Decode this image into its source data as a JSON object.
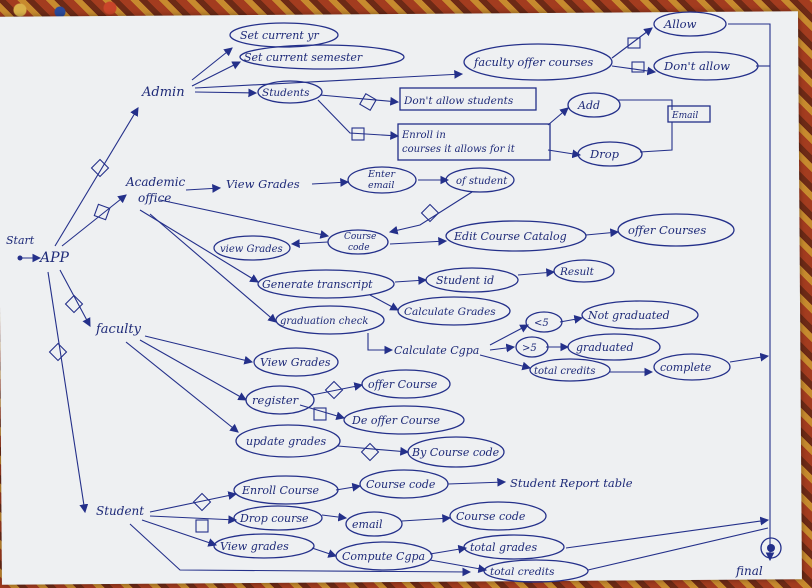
{
  "labels": {
    "start": "Start",
    "app": "APP",
    "admin": "Admin",
    "academic_office_1": "Academic",
    "academic_office_2": "office",
    "faculty": "faculty",
    "student": "Student",
    "final": "final",
    "set_current_yr": "Set current yr",
    "set_current_semester": "Set current semester",
    "students": "Students",
    "faculty_offer_courses": "faculty offer courses",
    "allow": "Allow",
    "dont_allow": "Don't allow",
    "dont_allow_students": "Don't allow students",
    "enroll_in_1": "Enroll in",
    "enroll_in_2": "courses it allows for it",
    "add": "Add",
    "drop": "Drop",
    "email_box": "Email",
    "view_grades_ao": "View Grades",
    "enter_email_1": "Enter",
    "enter_email_2": "email",
    "of_student": "of student",
    "view_grades_oval": "view Grades",
    "course_code_1": "Course",
    "course_code_2": "code",
    "edit_course_catalog": "Edit Course Catalog",
    "offer_courses": "offer Courses",
    "generate_transcript": "Generate transcript",
    "student_id": "Student id",
    "result": "Result",
    "calculate_grades": "Calculate Grades",
    "graduation_check": "graduation check",
    "calculate_cgpa": "Calculate Cgpa",
    "lt5": "<5",
    "gt5": ">5",
    "not_graduated": "Not graduated",
    "graduated": "graduated",
    "total_credits": "total credits",
    "complete": "complete",
    "view_grades_fac": "View Grades",
    "register": "register",
    "offer_course": "offer Course",
    "de_offer_course": "De offer Course",
    "update_grades": "update grades",
    "by_course_code": "By Course code",
    "enroll_course": "Enroll Course",
    "course_code_st": "Course code",
    "student_report_table": "Student Report table",
    "drop_course": "Drop course",
    "email_st": "email",
    "course_code_st2": "Course code",
    "view_grades_st": "View grades",
    "compute_cgpa": "Compute Cgpa",
    "total_grades": "total grades",
    "total_credits_st": "total credits"
  }
}
